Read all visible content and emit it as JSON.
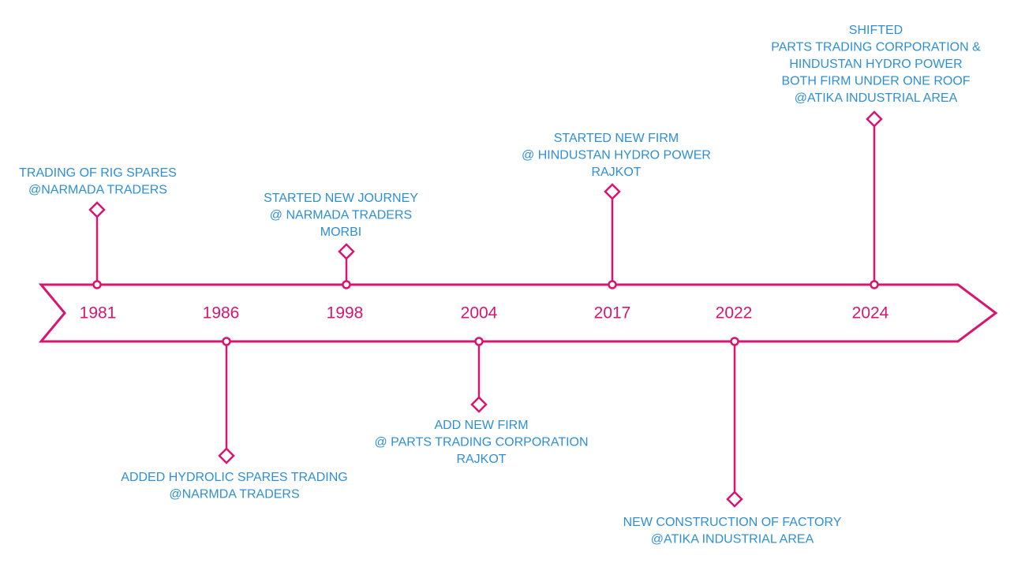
{
  "colors": {
    "accent": "#d9156f",
    "text": "#2e8fd6",
    "background": "#ffffff"
  },
  "years": [
    "1981",
    "1986",
    "1998",
    "2004",
    "2017",
    "2022",
    "2024"
  ],
  "events": [
    {
      "year": "1981",
      "side": "above",
      "lines": [
        "TRADING OF RIG SPARES",
        "@NARMADA TRADERS"
      ]
    },
    {
      "year": "1986",
      "side": "below",
      "lines": [
        "ADDED HYDROLIC SPARES TRADING",
        "@NARMDA TRADERS"
      ]
    },
    {
      "year": "1998",
      "side": "above",
      "lines": [
        "STARTED NEW JOURNEY",
        "@ NARMADA TRADERS",
        "MORBI"
      ]
    },
    {
      "year": "2004",
      "side": "below",
      "lines": [
        "ADD NEW FIRM",
        "@ PARTS TRADING CORPORATION",
        "RAJKOT"
      ]
    },
    {
      "year": "2017",
      "side": "above",
      "lines": [
        "STARTED NEW FIRM",
        "@ HINDUSTAN HYDRO POWER",
        "RAJKOT"
      ]
    },
    {
      "year": "2022",
      "side": "below",
      "lines": [
        "NEW CONSTRUCTION OF FACTORY",
        "@ATIKA INDUSTRIAL AREA"
      ]
    },
    {
      "year": "2024",
      "side": "above",
      "lines": [
        "SHIFTED",
        "PARTS TRADING CORPORATION &",
        "HINDUSTAN HYDRO POWER",
        "BOTH FIRM UNDER ONE ROOF",
        "@ATIKA INDUSTRIAL AREA"
      ]
    }
  ]
}
